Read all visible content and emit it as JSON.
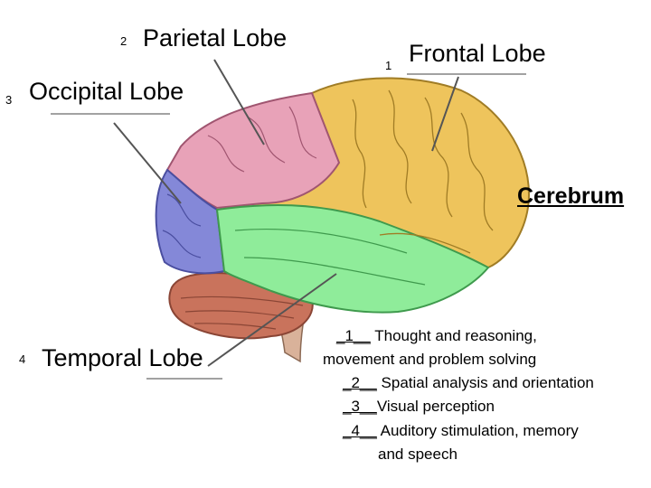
{
  "labels": {
    "parietal": {
      "number": "2",
      "name": "Parietal Lobe"
    },
    "frontal": {
      "number": "1",
      "name": "Frontal Lobe"
    },
    "occipital": {
      "number": "3",
      "name": "Occipital Lobe"
    },
    "temporal": {
      "number": "4",
      "name": "Temporal Lobe"
    }
  },
  "cerebrum_label": "Cerebrum",
  "functions": [
    {
      "blank": "_1__",
      "text": "  Thought and reasoning,",
      "cont": "movement and problem solving"
    },
    {
      "blank": "_2__",
      "text": " Spatial analysis and orientation"
    },
    {
      "blank": "_3__",
      "text": "Visual perception"
    },
    {
      "blank": "_4__",
      "text": " Auditory stimulation, memory",
      "cont": "and speech"
    }
  ],
  "colors": {
    "frontal": "#eec45c",
    "parietal": "#e8a2b8",
    "occipital": "#8488d8",
    "temporal": "#8fec9a",
    "cerebellum": "#c9735c",
    "brainstem": "#d9b29a"
  }
}
